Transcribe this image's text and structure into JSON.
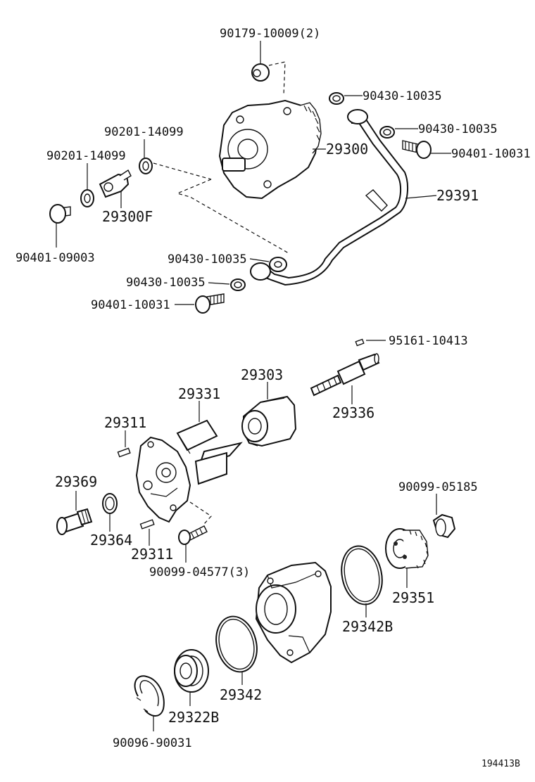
{
  "labels": {
    "p90179_10009": "90179-10009(2)",
    "p90430_10035_a": "90430-10035",
    "p90430_10035_b": "90430-10035",
    "p90201_14099_a": "90201-14099",
    "p90201_14099_b": "90201-14099",
    "p29300": "29300",
    "p90401_10031_a": "90401-10031",
    "p29300F": "29300F",
    "p29391": "29391",
    "p90401_09003": "90401-09003",
    "p90430_10035_c": "90430-10035",
    "p90430_10035_d": "90430-10035",
    "p90401_10031_b": "90401-10031",
    "p95161_10413": "95161-10413",
    "p29303": "29303",
    "p29331": "29331",
    "p29336": "29336",
    "p29311_a": "29311",
    "p29369": "29369",
    "p90099_05185": "90099-05185",
    "p29364": "29364",
    "p29311_b": "29311",
    "p90099_04577": "90099-04577(3)",
    "p29351": "29351",
    "p29342B": "29342B",
    "p29342": "29342",
    "p29322B": "29322B",
    "p90096_90031": "90096-90031",
    "diagram_id": "194413B"
  }
}
